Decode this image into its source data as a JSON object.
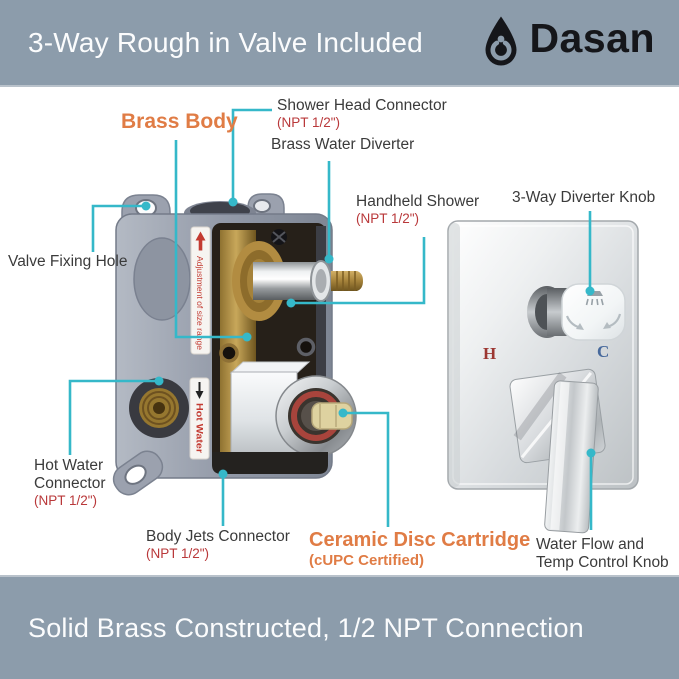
{
  "header": {
    "title": "3-Way Rough in Valve Included",
    "brand": "Dasan"
  },
  "footer": {
    "title": "Solid Brass Constructed, 1/2 NPT Connection"
  },
  "callouts": {
    "brass_body": {
      "label": "Brass Body"
    },
    "shower_head_connector": {
      "label": "Shower Head Connector",
      "spec": "(NPT 1/2\")"
    },
    "brass_water_diverter": {
      "label": "Brass Water Diverter"
    },
    "handheld_shower": {
      "label": "Handheld Shower",
      "spec": "(NPT 1/2\")"
    },
    "diverter_knob": {
      "label": "3-Way Diverter Knob"
    },
    "valve_fixing_hole": {
      "label": "Valve Fixing Hole"
    },
    "hot_water_connector": {
      "label_line1": "Hot Water",
      "label_line2": "Connector",
      "spec": "(NPT 1/2\")"
    },
    "body_jets_connector": {
      "label": "Body Jets Connector",
      "spec": "(NPT 1/2\")"
    },
    "ceramic_cartridge": {
      "label": "Ceramic Disc Cartridge",
      "spec": "(cUPC Certified)"
    },
    "control_knob": {
      "label_line1": "Water Flow and",
      "label_line2": "Temp Control Knob"
    }
  },
  "valve_markings": {
    "adjustment": "Adjustment of size range",
    "hot_water": "Hot Water"
  },
  "plate_markings": {
    "hot": "H",
    "cold": "C"
  },
  "colors": {
    "banner_bg": "#8c9cab",
    "callout_teal": "#35b8c9",
    "accent_orange": "#e07c45",
    "spec_red": "#b9383a",
    "label_gray": "#3b3b3b",
    "logo_black": "#15161a"
  }
}
